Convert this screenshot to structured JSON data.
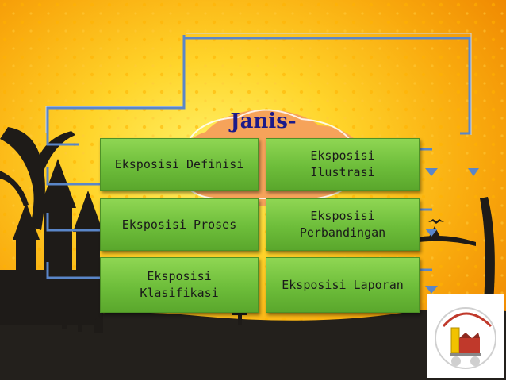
{
  "title": "Janis-",
  "boxes": [
    {
      "id": "definisi",
      "label": "Eksposisi Definisi"
    },
    {
      "id": "ilustrasi",
      "label": "Eksposisi\nIlustrasi"
    },
    {
      "id": "proses",
      "label": "Eksposisi Proses"
    },
    {
      "id": "perbandingan",
      "label": "Eksposisi\nPerbandingan"
    },
    {
      "id": "klasifikasi",
      "label": "Eksposisi\nKlasifikasi"
    },
    {
      "id": "laporan",
      "label": "Eksposisi Laporan"
    }
  ],
  "colors": {
    "box_green": "#6dbd3a",
    "cloud": "#f6a35a",
    "title": "#1c1a8a",
    "connector": "#5a86c8",
    "sky_center": "#ffe24a",
    "sky_edge": "#f08a00"
  },
  "logo": {
    "icon": "factory-logo-icon"
  }
}
